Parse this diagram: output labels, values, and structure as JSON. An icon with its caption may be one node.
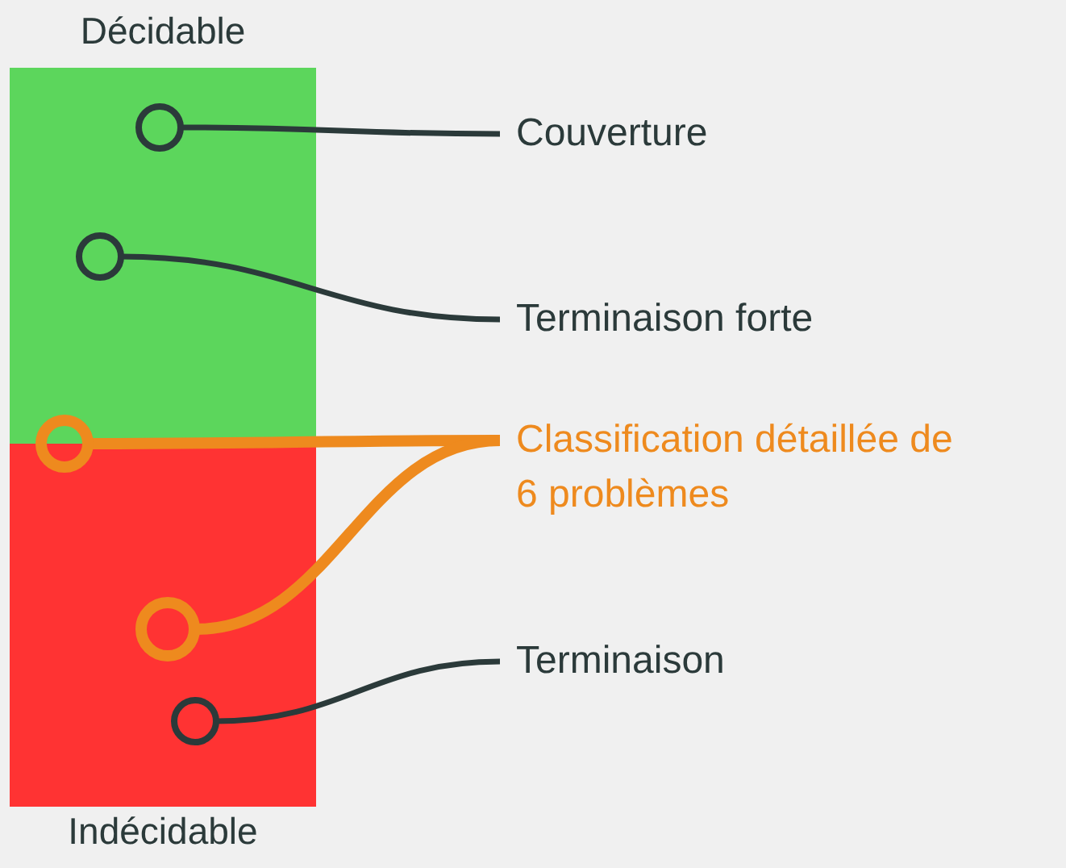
{
  "diagram": {
    "nodes": [
      {
        "text": [
          "Décidable"
        ]
      },
      {
        "text": [
          "Indécidable"
        ]
      },
      {
        "text": [],
        "shape": "circle",
        "in": 0
      },
      {
        "text": [],
        "shape": "circle",
        "in": 0
      },
      {
        "text": [],
        "shape": "circle"
      },
      {
        "text": [],
        "shape": "circle",
        "in": 1
      },
      {
        "text": [],
        "shape": "circle",
        "in": 1
      },
      {
        "text": [
          "Couverture"
        ]
      },
      {
        "text": [
          "Terminaison forte"
        ]
      },
      {
        "text": [
          "Classification détaillée de 6 problèmes"
        ]
      },
      {
        "text": [
          "Terminaison"
        ]
      }
    ],
    "edges": [
      {
        "from": 7,
        "to": 2,
        "arrow": "none"
      },
      {
        "from": 8,
        "to": 3,
        "arrow": "none"
      },
      {
        "from": 9,
        "to": 4,
        "arrow": "none",
        "style": "thick",
        "color": "#ee8a1e"
      },
      {
        "from": 9,
        "to": 5,
        "arrow": "none",
        "style": "thick",
        "color": "#ee8a1e"
      },
      {
        "from": 10,
        "to": 6,
        "arrow": "none"
      }
    ]
  }
}
